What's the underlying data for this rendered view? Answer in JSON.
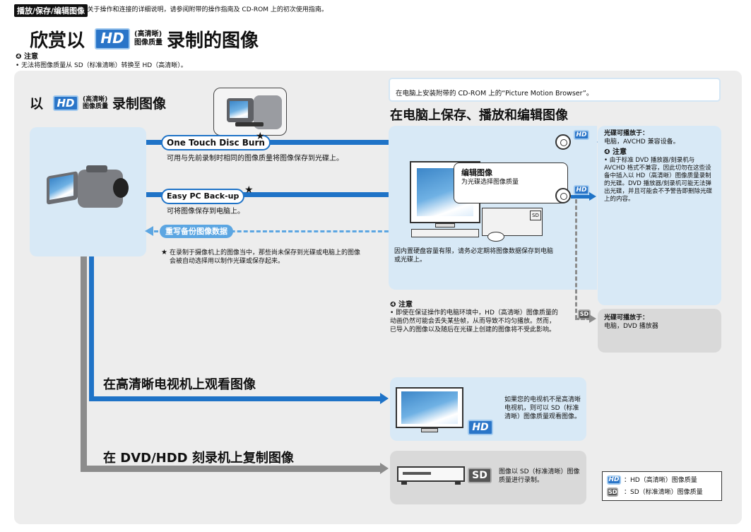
{
  "header": {
    "tag": "播放/保存/编辑图像",
    "intro": "➔关于操作和连接的详细说明，请参阅附带的操作指南及 CD-ROM 上的初次使用指南。",
    "title_left": "欣赏以",
    "title_right": "录制的图像",
    "hd_label": "HD",
    "hd_note_top": "(高清晰)",
    "hd_note_bottom": "图像质量",
    "note_label": "❹ 注意",
    "note_text": "• 无法将图像质量从 SD（标准清晰）转换至 HD（高清晰）。"
  },
  "left": {
    "heading_left": "以",
    "heading_right": "录制图像",
    "hd_label": "HD",
    "hd_note_top": "(高清晰)",
    "hd_note_bottom": "图像质量"
  },
  "flows": {
    "disc_burn": {
      "label": "One Touch Disc Burn",
      "star": "★",
      "desc": "可用与先前录制时相同的图像质量将图像保存到光碟上。"
    },
    "backup": {
      "label": "Easy PC Back-up",
      "star": "★",
      "desc": "可将图像保存到电脑上。"
    },
    "rewrite": {
      "label": "重写备份图像数据"
    },
    "footnote_star": "★",
    "footnote": "在录制于摄像机上的图像当中，那些尚未保存到光碟或电脑上的图像会被自动选择用以制作光碟或保存起来。"
  },
  "pc": {
    "install_box": "在电脑上安装附带的 CD-ROM 上的“Picture Motion Browser”。",
    "heading": "在电脑上保存、播放和编辑图像",
    "bubble_title": "编辑图像",
    "bubble_sub": "为光碟选择图像质量",
    "drive_label": "SD",
    "hdd_note": "因内置硬盘容量有限，请务必定期将图像数据保存到电脑或光碟上。",
    "note_label": "❹ 注意",
    "note_text": "• 即使在保证操作的电脑环境中，HD（高清晰）图像质量的动画仍然可能会丢失某些帧，从而导致不均匀播放。然而，已导入的图像以及随后在光碟上创建的图像将不受此影响。"
  },
  "right": {
    "hd_tag": "HD",
    "hd_title": "光碟可播放于：",
    "hd_text": "电脑，AVCHD 兼容设备。",
    "note_label": "❹ 注意",
    "note_text": "• 由于标准 DVD 播放器/刻录机与 AVCHD 格式不兼容，因此切勿在这些设备中插入以 HD（高清晰）图像质量录制的光碟。DVD 播放器/刻录机可能无法弹出光碟，并且可能会不予警告即删除光碟上的内容。",
    "hd_tag2": "HD",
    "sd_tag": "SD",
    "sd_title": "光碟可播放于：",
    "sd_text": "电脑，DVD 播放器"
  },
  "tv": {
    "heading": "在高清晰电视机上观看图像",
    "hd_label": "HD",
    "text": "如果您的电视机不是高清晰电视机，则可以 SD（标准清晰）图像质量观看图像。"
  },
  "dvd": {
    "heading": "在 DVD/HDD 刻录机上复制图像",
    "sd_label": "SD",
    "text": "图像以 SD（标准清晰）图像质量进行录制。"
  },
  "legend": {
    "hd_label": "HD",
    "hd_text": "：HD（高清晰）图像质量",
    "sd_label": "SD",
    "sd_text": "：SD（标准清晰）图像质量"
  },
  "colors": {
    "accent": "#1f73c7",
    "light_blue": "#d8e9f6",
    "gray": "#8c8c8c"
  }
}
